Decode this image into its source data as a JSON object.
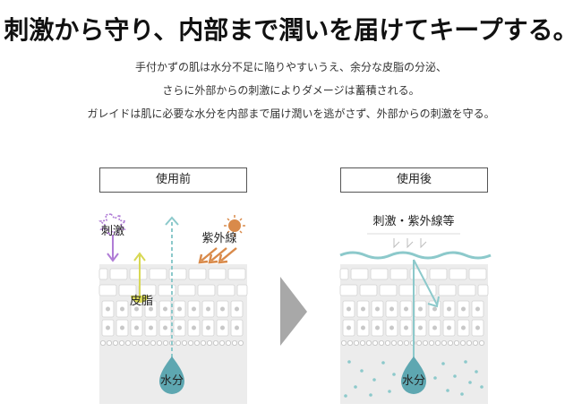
{
  "title": "刺激から守り、内部まで潤いを届けてキープする。",
  "description": [
    "手付かずの肌は水分不足に陥りやすいうえ、余分な皮脂の分泌、",
    "さらに外部からの刺激によりダメージは蓄積される。",
    "ガレイドは肌に必要な水分を内部まで届け潤いを逃がさず、外部からの刺激を守る。"
  ],
  "before": {
    "label": "使用前",
    "irritation": "刺激",
    "uv": "紫外線",
    "sebum": "皮脂",
    "water": "水分"
  },
  "after": {
    "label": "使用後",
    "external": "刺激・紫外線等",
    "water": "水分"
  },
  "colors": {
    "purple": "#b07cd6",
    "orange": "#d98a4a",
    "yellow": "#d8d855",
    "teal": "#8cc9cb",
    "water_drop": "#5ea7b1",
    "skin_gray": "#ececec",
    "arrow_gray": "#a8a8a8"
  }
}
